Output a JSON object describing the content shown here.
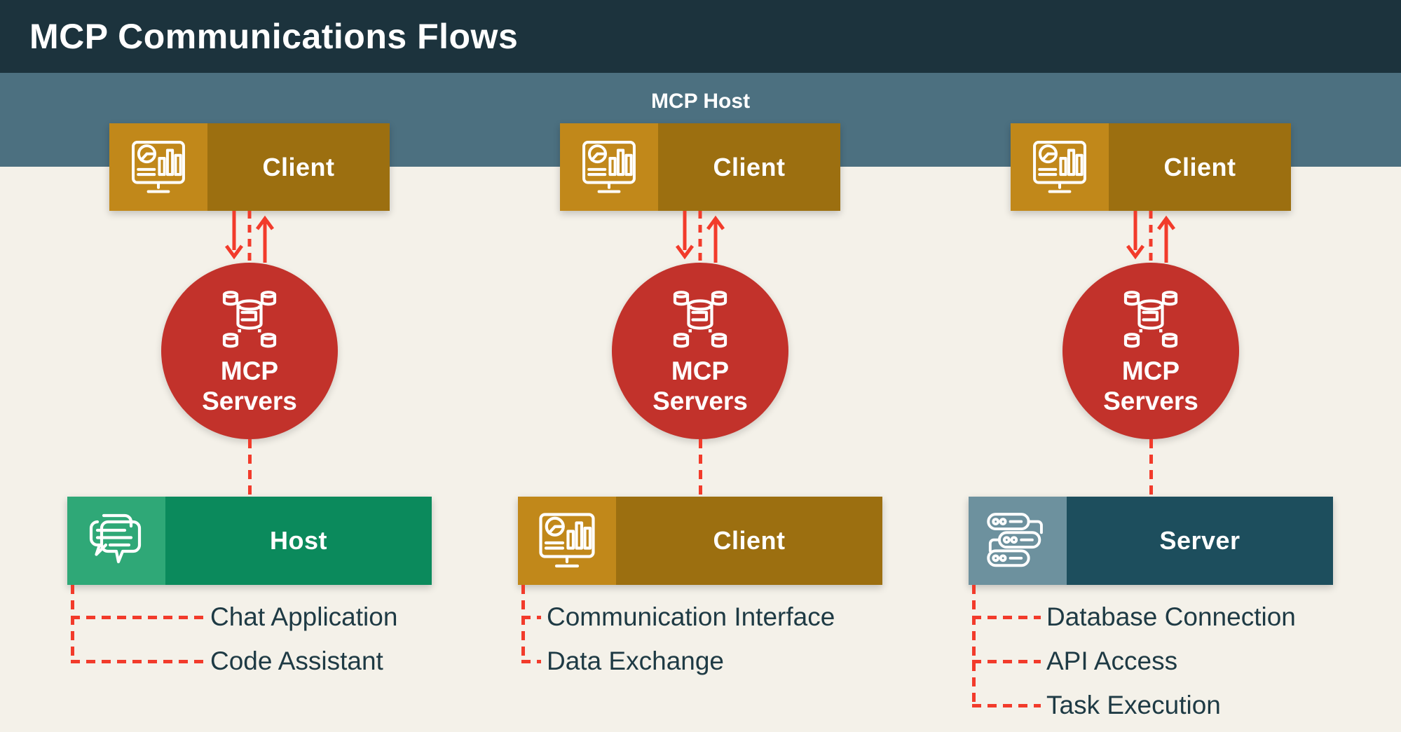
{
  "title": "MCP Communications Flows",
  "host_band": {
    "label": "MCP Host"
  },
  "columns": [
    {
      "top_box": {
        "label": "Client",
        "icon": "monitor-chart-icon"
      },
      "server_circle": {
        "label": "MCP Servers",
        "icon": "database-cluster-icon"
      },
      "bottom_box": {
        "label": "Host",
        "icon": "chat-bubbles-icon"
      },
      "callouts": [
        "Chat Application",
        "Code Assistant"
      ]
    },
    {
      "top_box": {
        "label": "Client",
        "icon": "monitor-chart-icon"
      },
      "server_circle": {
        "label": "MCP Servers",
        "icon": "database-cluster-icon"
      },
      "bottom_box": {
        "label": "Client",
        "icon": "monitor-chart-icon"
      },
      "callouts": [
        "Communication Interface",
        "Data Exchange"
      ]
    },
    {
      "top_box": {
        "label": "Client",
        "icon": "monitor-chart-icon"
      },
      "server_circle": {
        "label": "MCP Servers",
        "icon": "database-cluster-icon"
      },
      "bottom_box": {
        "label": "Server",
        "icon": "server-rack-icon"
      },
      "callouts": [
        "Database Connection",
        "API Access",
        "Task Execution"
      ]
    }
  ],
  "colors": {
    "header_bg": "#1c333d",
    "band_bg": "#4c7080",
    "page_bg": "#f4f1e9",
    "gold_light": "#c1881a",
    "gold_main": "#9c6f10",
    "red_circle": "#c2322b",
    "red_accent": "#f23b2b",
    "green_light": "#2fa877",
    "green_main": "#0b8a5c",
    "teal_light": "#6d919e",
    "teal_main": "#1d4e5d",
    "label_text": "#1e3a44",
    "white": "#ffffff"
  }
}
